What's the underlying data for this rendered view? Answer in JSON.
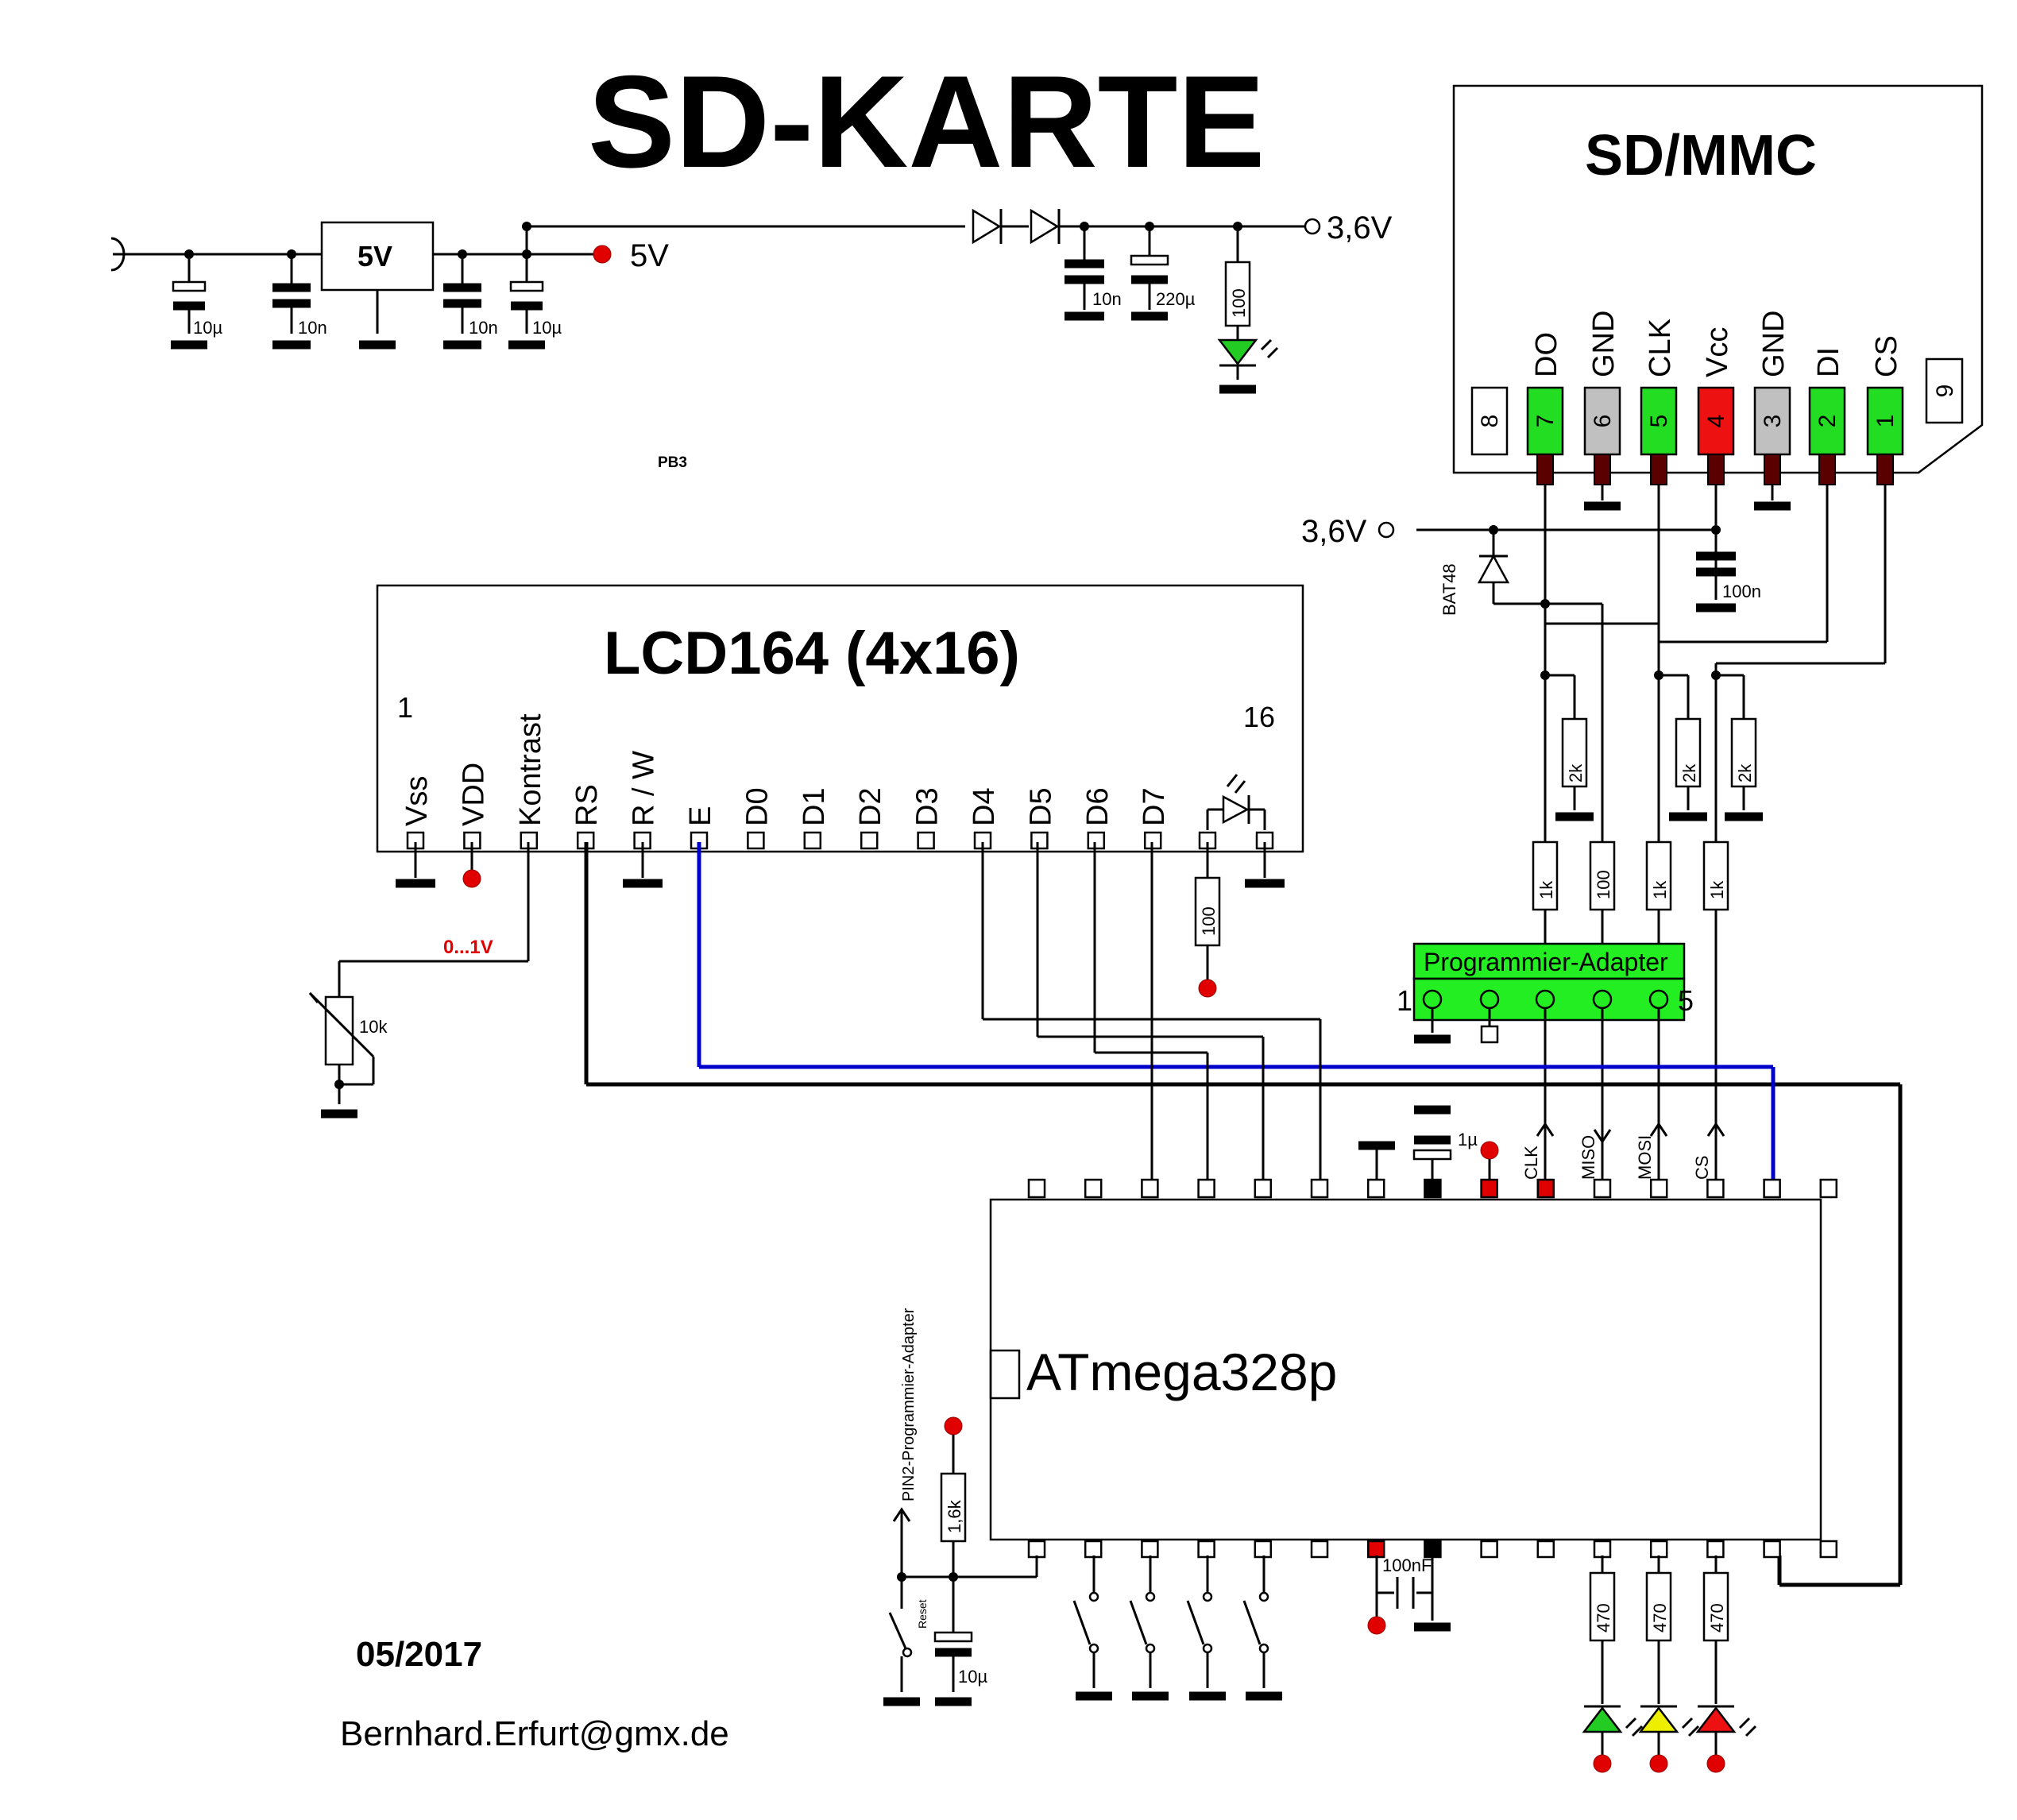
{
  "title": "SD-KARTE",
  "date": "05/2017",
  "email": "Bernhard.Erfurt@gmx.de",
  "pb3": "PB3",
  "power": {
    "regulator": "5V",
    "out_5v": "5V",
    "out_36v": "3,6V",
    "c1": "10µ",
    "c2": "10n",
    "c3": "10n",
    "c4": "10µ",
    "c5": "10n",
    "c6": "220µ",
    "r_led": "100"
  },
  "sd": {
    "title": "SD/MMC",
    "pins": [
      {
        "num": "8",
        "name": "",
        "color": "#ffffff"
      },
      {
        "num": "7",
        "name": "DO",
        "color": "#22dd22"
      },
      {
        "num": "6",
        "name": "GND",
        "color": "#c0c0c0"
      },
      {
        "num": "5",
        "name": "CLK",
        "color": "#22dd22"
      },
      {
        "num": "4",
        "name": "Vcc",
        "color": "#ee1111"
      },
      {
        "num": "3",
        "name": "GND",
        "color": "#c0c0c0"
      },
      {
        "num": "2",
        "name": "DI",
        "color": "#22dd22"
      },
      {
        "num": "1",
        "name": "CS",
        "color": "#22dd22"
      }
    ],
    "pin9": "9",
    "supply": "3,6V",
    "diode": "BAT48",
    "cap": "100n",
    "pullups": [
      "2k",
      "2k",
      "2k"
    ],
    "series": [
      "1k",
      "100",
      "1k",
      "1k"
    ]
  },
  "lcd": {
    "title": "LCD164 (4x16)",
    "pin_first": "1",
    "pin_last": "16",
    "pins": [
      "Vss",
      "VDD",
      "Kontrast",
      "RS",
      "R / W",
      "E",
      "D0",
      "D1",
      "D2",
      "D3",
      "D4",
      "D5",
      "D6",
      "D7"
    ],
    "contrast_label": "0...1V",
    "pot": "10k",
    "bl_res": "100"
  },
  "adapter": {
    "label": "Programmier-Adapter",
    "pin1": "1",
    "pin5": "5",
    "color": "#22ee22"
  },
  "mcu": {
    "name": "ATmega328p",
    "top_labels": [
      "CLK",
      "MISO",
      "MOSI",
      "CS"
    ],
    "decoupling_top": "1µ",
    "decoupling_bottom": "100nF",
    "reset_res": "1,6k",
    "reset_cap": "10µ",
    "reset_label": "Reset",
    "pin2_label": "PIN2-Programmier-Adapter",
    "led_res": [
      "470",
      "470",
      "470"
    ],
    "led_colors": [
      "#22cc22",
      "#eeee00",
      "#ee1111"
    ]
  }
}
